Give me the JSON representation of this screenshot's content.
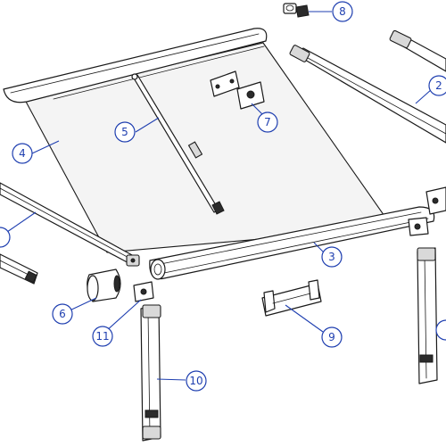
{
  "accent_color": "#1f3fb0",
  "callouts": {
    "c2": "2",
    "c3": "3",
    "c4": "4",
    "c5": "5",
    "c6": "6",
    "c7": "7",
    "c8": "8",
    "c9": "9",
    "c10": "10",
    "c11": "11"
  }
}
